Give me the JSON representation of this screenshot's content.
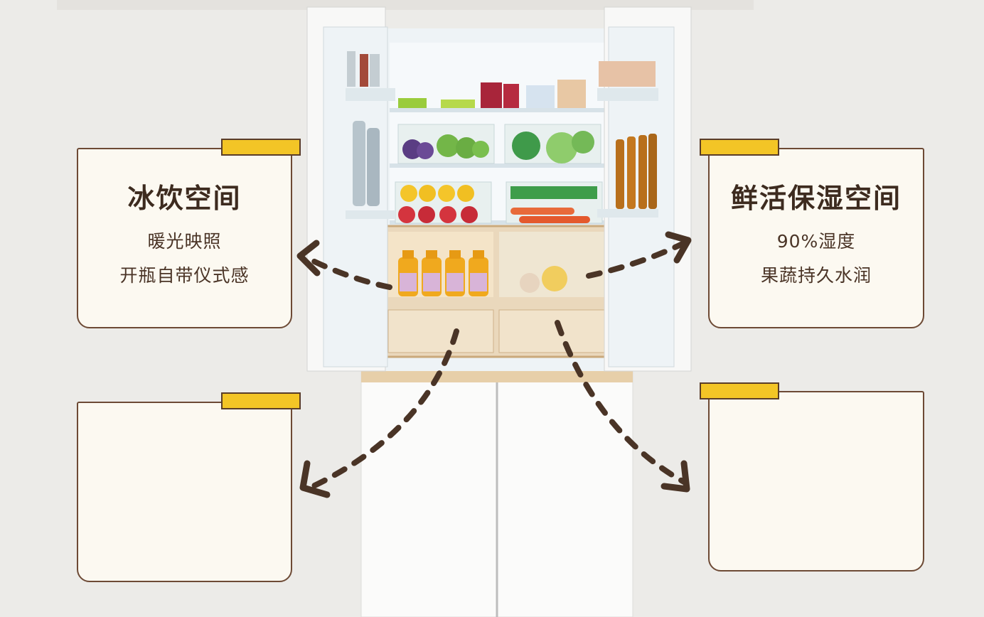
{
  "cards": {
    "top_left": {
      "title": "冰饮空间",
      "line1": "暖光映照",
      "line2": "开瓶自带仪式感"
    },
    "top_right": {
      "title": "鲜活保湿空间",
      "line1": "90%湿度",
      "line2": "果蔬持久水润"
    },
    "bottom_left": {
      "title": "",
      "line1": "",
      "line2": ""
    },
    "bottom_right": {
      "title": "",
      "line1": "",
      "line2": ""
    }
  },
  "colors": {
    "background": "#ecebe8",
    "card_fill": "#fcf9f1",
    "card_border": "#6d4a35",
    "tape": "#f3c526",
    "arrow": "#4a3426"
  },
  "icons": [
    "arrow-icon",
    "bottle-icon"
  ]
}
